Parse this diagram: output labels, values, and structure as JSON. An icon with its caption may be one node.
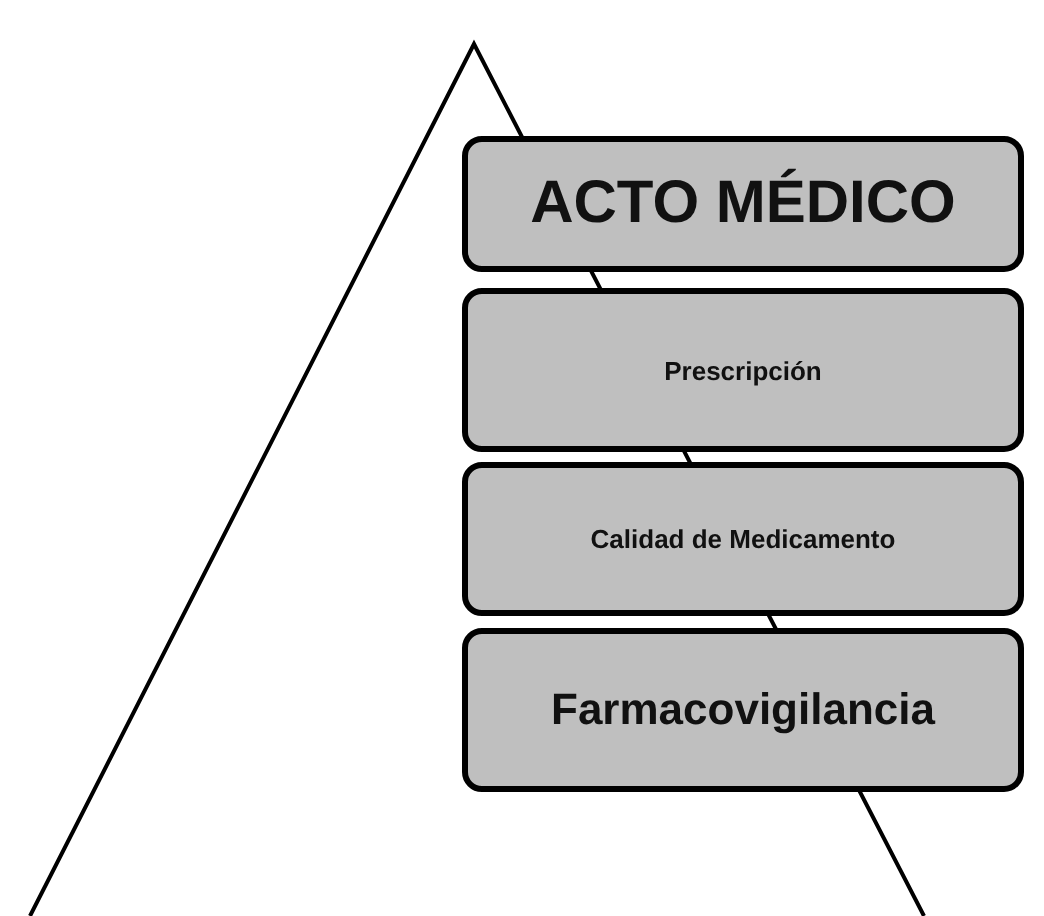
{
  "diagram": {
    "nodes": [
      {
        "text": [
          "ACTO MÉDICO"
        ]
      },
      {
        "text": [
          "Prescripción"
        ]
      },
      {
        "text": [
          "Calidad de Medicamento"
        ]
      },
      {
        "text": [
          "Farmacovigilancia"
        ]
      }
    ]
  }
}
